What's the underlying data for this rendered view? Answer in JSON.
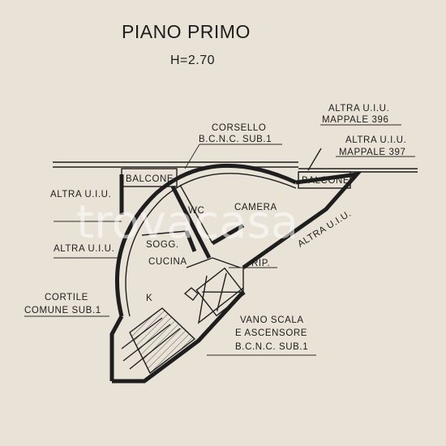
{
  "title": "PIANO PRIMO",
  "height_label": "H=2.70",
  "watermark": "trovacasa",
  "labels": {
    "corsello_1": "CORSELLO",
    "corsello_2": "B.C.N.C. SUB.1",
    "altra_mappale396_1": "ALTRA U.I.U.",
    "altra_mappale396_2": "MAPPALE 396",
    "altra_mappale397_1": "ALTRA U.I.U.",
    "altra_mappale397_2": "MAPPALE 397",
    "balcone_left": "BALCONE",
    "balcone_right": "BALCONE",
    "altra_left_top": "ALTRA U.I.U.",
    "altra_left_mid": "ALTRA U.I.U.",
    "altra_right": "ALTRA U.I.U.",
    "wc": "WC",
    "camera": "CAMERA",
    "sogg": "SOGG.",
    "cucina": "CUCINA",
    "rip": "RIP.",
    "k": "K",
    "cortile_1": "CORTILE",
    "cortile_2": "COMUNE SUB.1",
    "vano_1": "VANO SCALA",
    "vano_2": "E ASCENSORE",
    "vano_3": "B.C.N.C. SUB.1"
  }
}
